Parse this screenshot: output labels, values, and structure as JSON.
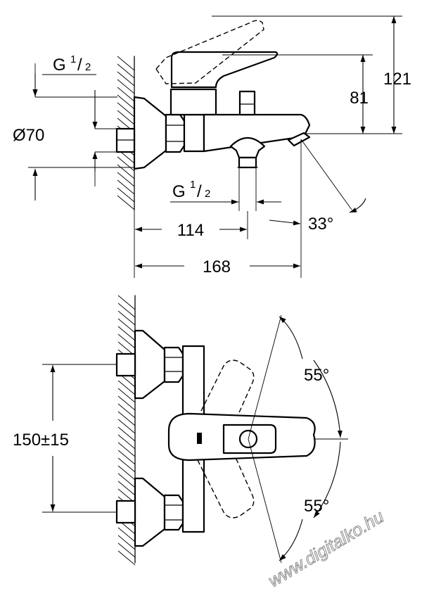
{
  "side_view": {
    "thread_top": {
      "g": "G",
      "frac_num": "1",
      "frac_den": "2"
    },
    "diameter": "Ø70",
    "height_total": "121",
    "height_spout": "81",
    "thread_outlet": {
      "g": "G",
      "frac_num": "1",
      "frac_den": "2"
    },
    "spout_angle": "33°",
    "depth_outlet": "114",
    "depth_total": "168"
  },
  "front_view": {
    "centers_distance": "150±15",
    "angle_upper": "55°",
    "angle_lower": "55°"
  },
  "watermark": "www.digitalko.hu"
}
